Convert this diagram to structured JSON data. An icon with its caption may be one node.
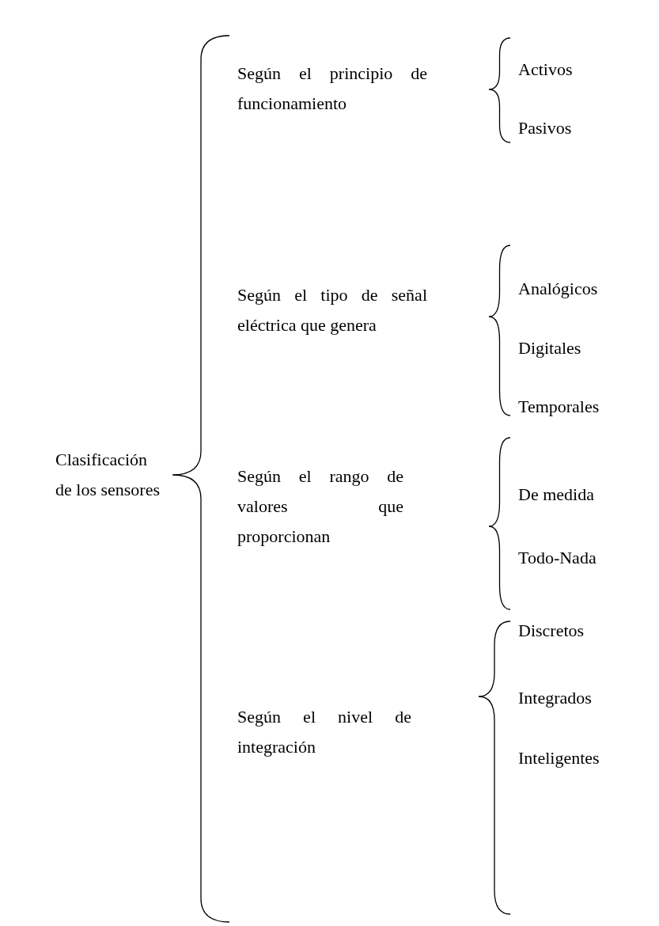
{
  "diagram": {
    "nodes": [
      {
        "text": [
          "Clasificación de los sensores"
        ]
      },
      {
        "text": [
          "Según el principio de funcionamiento"
        ]
      },
      {
        "text": [
          "Activos"
        ]
      },
      {
        "text": [
          "Pasivos"
        ]
      },
      {
        "text": [
          "Según el tipo de señal eléctrica que genera"
        ]
      },
      {
        "text": [
          "Analógicos"
        ]
      },
      {
        "text": [
          "Digitales"
        ]
      },
      {
        "text": [
          "Temporales"
        ]
      },
      {
        "text": [
          "Según el rango de valores que proporcionan"
        ]
      },
      {
        "text": [
          "De medida"
        ]
      },
      {
        "text": [
          "Todo-Nada"
        ]
      },
      {
        "text": [
          "Según el nivel de integración"
        ]
      },
      {
        "text": [
          "Discretos"
        ]
      },
      {
        "text": [
          "Integrados"
        ]
      },
      {
        "text": [
          "Inteligentes"
        ]
      }
    ]
  }
}
